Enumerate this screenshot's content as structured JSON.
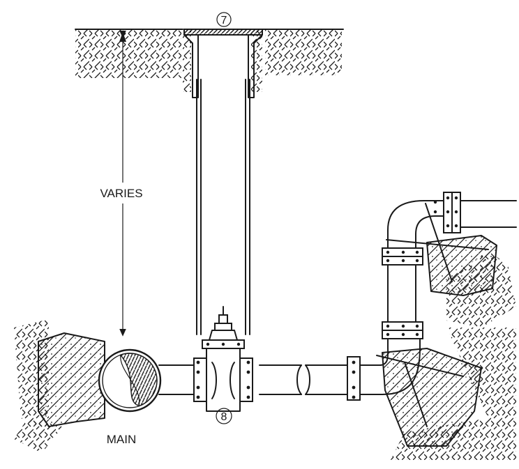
{
  "drawing": {
    "callout_top": "7",
    "callout_bottom": "8",
    "label_varies": "VARIES",
    "label_main": "MAIN"
  },
  "colors": {
    "ink": "#1a1a1a",
    "paper": "#ffffff"
  }
}
